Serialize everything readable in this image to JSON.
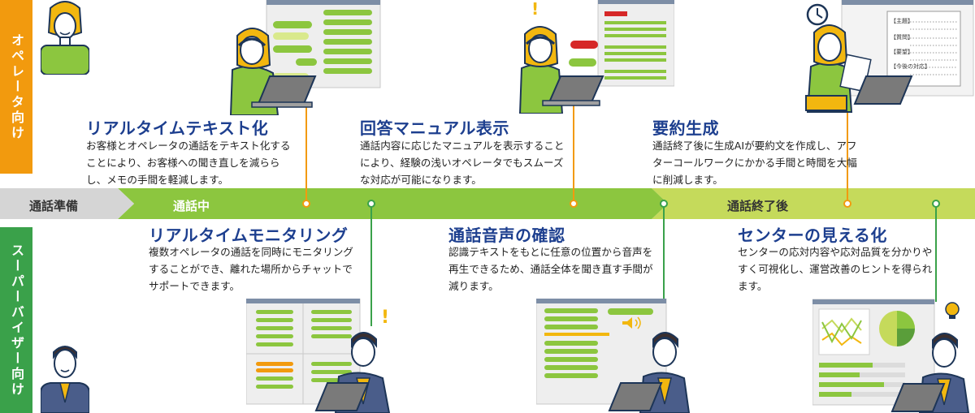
{
  "roles": {
    "operator": "オペレータ向け",
    "supervisor": "スーパーバイザー向け"
  },
  "phases": {
    "before": "通話準備",
    "during": "通話中",
    "after": "通話終了後"
  },
  "operator_features": [
    {
      "title": "リアルタイムテキスト化",
      "desc": "お客様とオペレータの通話をテキスト化することにより、お客様への聞き直しを減ららし、メモの手間を軽減します。"
    },
    {
      "title": "回答マニュアル表示",
      "desc": "通話内容に応じたマニュアルを表示することにより、経験の浅いオペレータでもスムーズな対応が可能になります。"
    },
    {
      "title": "要約生成",
      "desc": "通話終了後に生成AIが要約文を作成し、アフターコールワークにかかる手間と時間を大幅に削減します。"
    }
  ],
  "supervisor_features": [
    {
      "title": "リアルタイムモニタリング",
      "desc": "複数オペレータの通話を同時にモニタリングすることができ、離れた場所からチャットでサポートできます。"
    },
    {
      "title": "通話音声の確認",
      "desc": "認識テキストをもとに任意の位置から音声を再生できるため、通話全体を聞き直す手間が減ります。"
    },
    {
      "title": "センターの見える化",
      "desc": "センターの応対内容や応対品質を分かりやすく可視化し、運営改善のヒントを得られます。"
    }
  ],
  "summary_doc_labels": [
    "【主題】",
    "【質問】",
    "【要望】",
    "【今後の対応】"
  ],
  "colors": {
    "orange": "#f29a0e",
    "green_dark": "#3aa14a",
    "lime": "#8cc63f",
    "lime_light": "#c5da5b",
    "gray": "#d5d5d5",
    "title_blue": "#1d3f8f"
  }
}
